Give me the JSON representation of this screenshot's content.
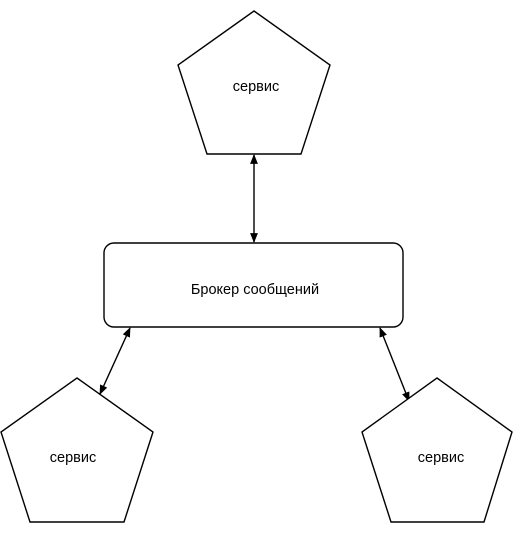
{
  "diagram": {
    "nodes": [
      {
        "id": "service-top",
        "shape": "pentagon",
        "label": "сервис"
      },
      {
        "id": "broker",
        "shape": "rounded-rect",
        "label": "Брокер сообщений"
      },
      {
        "id": "service-left",
        "shape": "pentagon",
        "label": "сервис"
      },
      {
        "id": "service-right",
        "shape": "pentagon",
        "label": "сервис"
      }
    ],
    "edges": [
      {
        "from": "service-top",
        "to": "broker",
        "direction": "both"
      },
      {
        "from": "broker",
        "to": "service-left",
        "direction": "both"
      },
      {
        "from": "broker",
        "to": "service-right",
        "direction": "both"
      }
    ]
  }
}
